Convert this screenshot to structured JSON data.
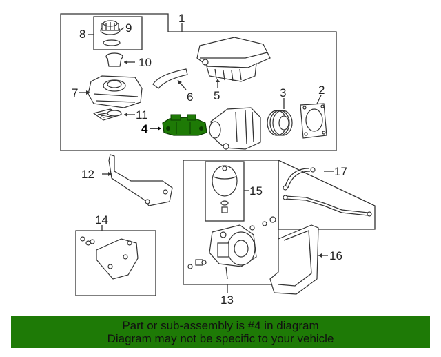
{
  "diagram": {
    "callouts": {
      "c1": "1",
      "c2": "2",
      "c3": "3",
      "c4": "4",
      "c5": "5",
      "c6": "6",
      "c7": "7",
      "c8": "8",
      "c9": "9",
      "c10": "10",
      "c11": "11",
      "c12": "12",
      "c13": "13",
      "c14": "14",
      "c15": "15",
      "c16": "16",
      "c17": "17"
    },
    "highlight_color": "#1e7a06",
    "highlighted_part": "4"
  },
  "banner": {
    "line1": "Part or sub-assembly is #4 in diagram",
    "line2": "Diagram may not be specific to your vehicle",
    "background": "#1e7a06"
  }
}
